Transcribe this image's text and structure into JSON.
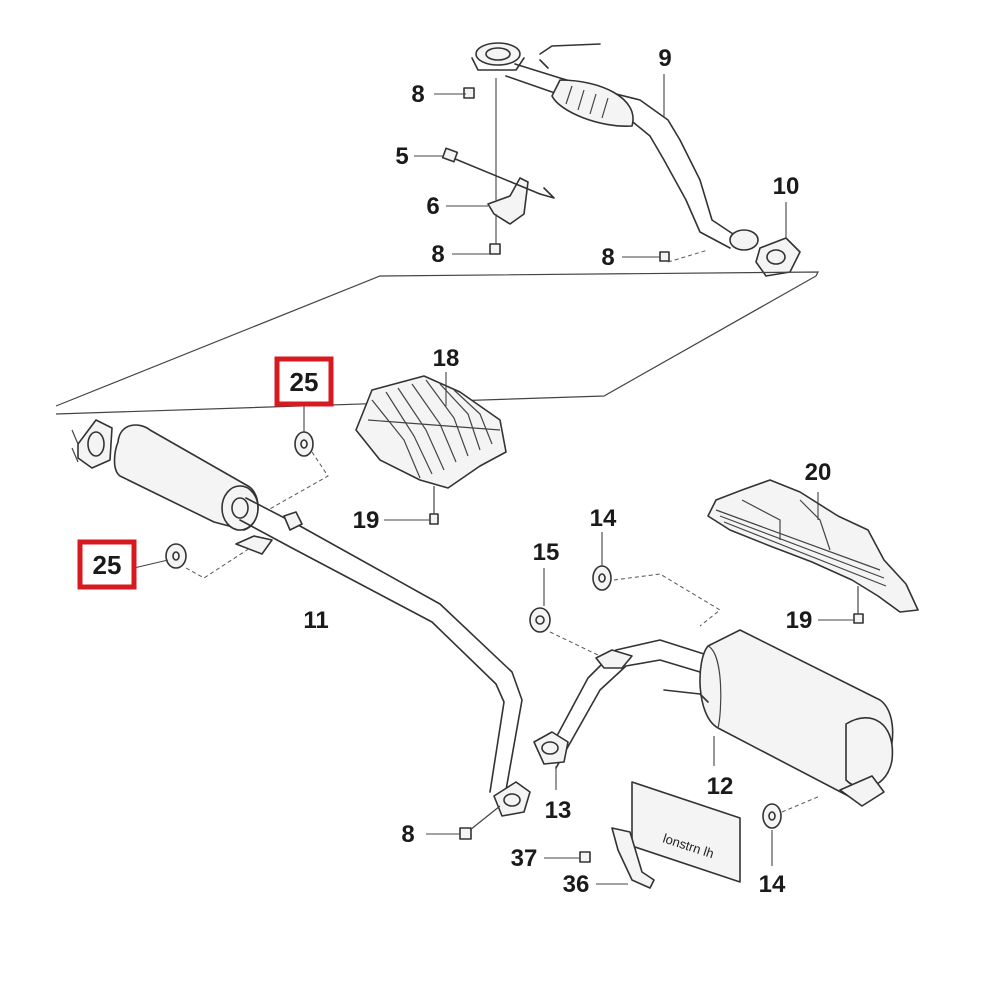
{
  "labels": {
    "p8_a": "8",
    "p5": "5",
    "p6": "6",
    "p8_b": "8",
    "p9": "9",
    "p10": "10",
    "p8_c": "8",
    "p25_top": "25",
    "p25_left": "25",
    "p18": "18",
    "p19_a": "19",
    "p11": "11",
    "p14_a": "14",
    "p15": "15",
    "p20": "20",
    "p19_b": "19",
    "p12": "12",
    "p13": "13",
    "p8_d": "8",
    "p37": "37",
    "p36": "36",
    "p14_b": "14"
  },
  "plate": {
    "text": "lonstrn lh"
  },
  "highlight_color": "#d71920"
}
